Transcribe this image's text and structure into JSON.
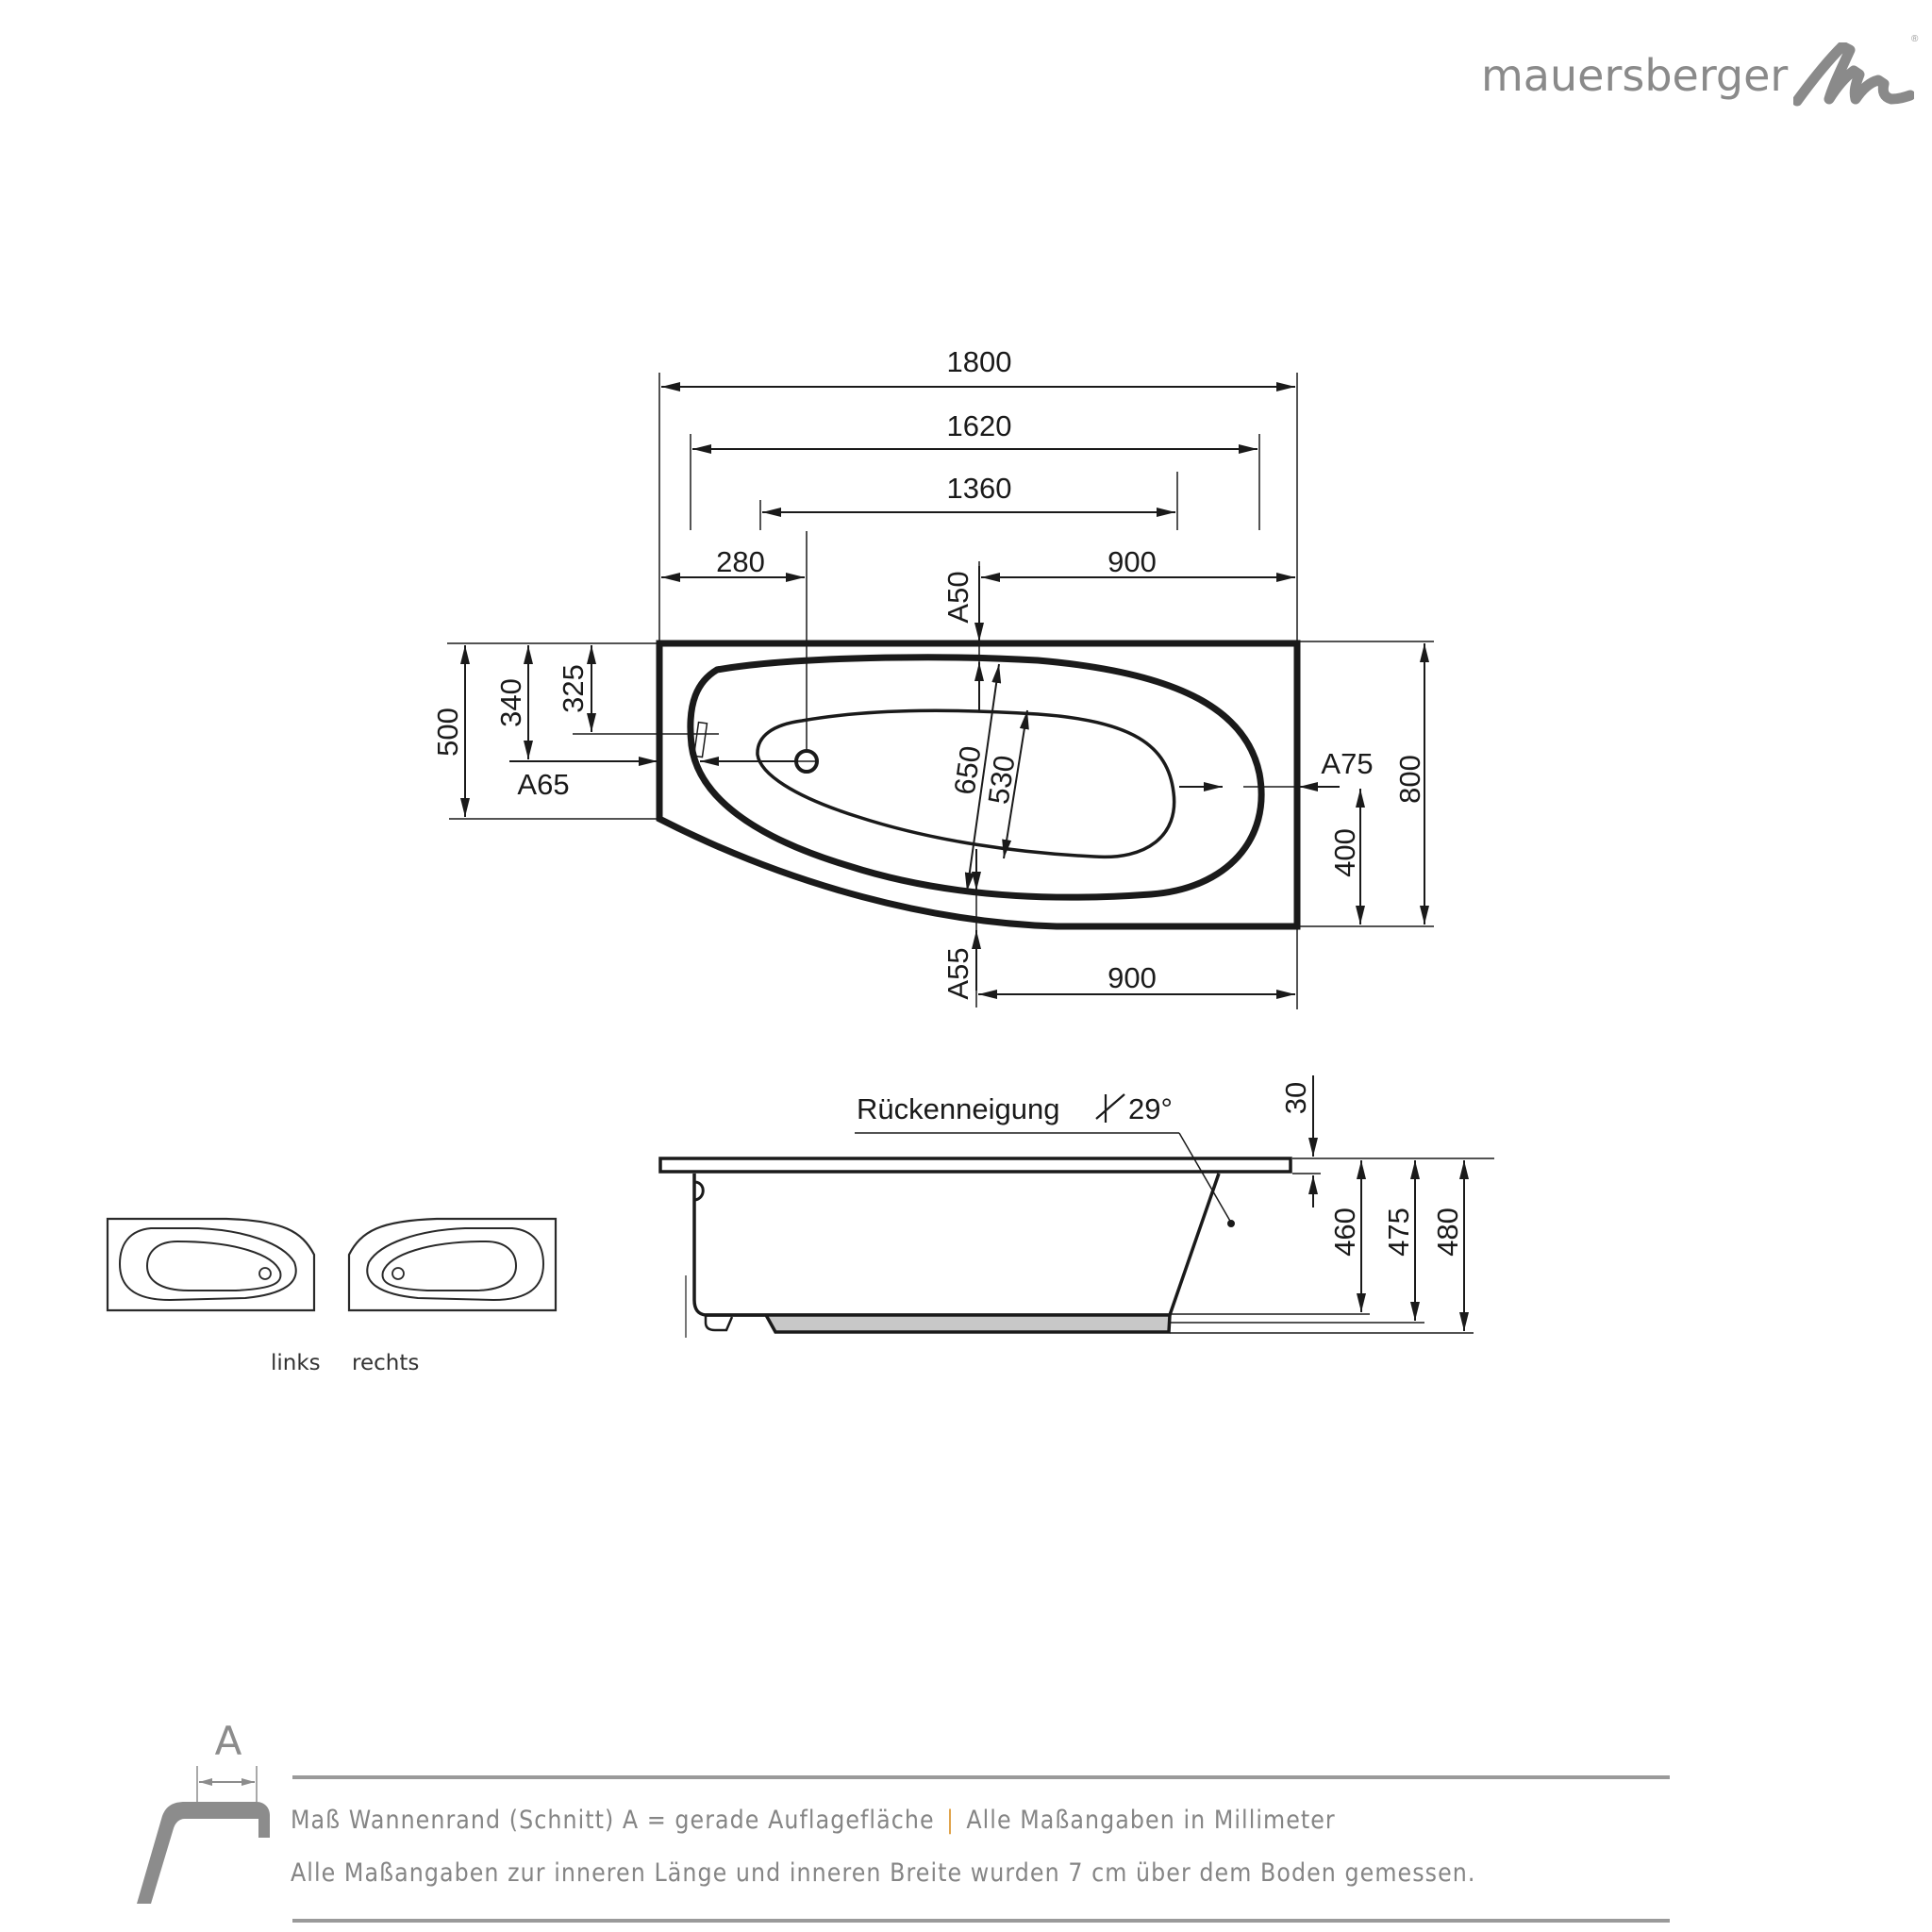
{
  "brand": {
    "name": "mauersberger",
    "registered_mark": "®",
    "color": "#8a8a8a"
  },
  "plan_view": {
    "dimensions": {
      "overall_length": "1800",
      "inner_length_rim": "1620",
      "inner_length_floor": "1360",
      "drain_offset_left": "280",
      "right_segment_top": "900",
      "right_segment_bottom": "900",
      "left_height": "500",
      "drain_from_top": "340",
      "overflow_from_top": "325",
      "overall_width": "800",
      "right_half_width": "400",
      "inner_width_rim": "650",
      "inner_width_floor": "530"
    },
    "rim_widths": {
      "top": "A50",
      "left": "A65",
      "right": "A75",
      "bottom": "A55"
    }
  },
  "side_view": {
    "backrest_label": "Rückenneigung",
    "backrest_angle": "29°",
    "dimensions": {
      "rim_thickness": "30",
      "depth_inner": "460",
      "depth_body": "475",
      "total_height": "480"
    }
  },
  "variants": [
    {
      "label": "links"
    },
    {
      "label": "rechts"
    }
  ],
  "footer": {
    "rim_symbol_label": "A",
    "line1_part1": "Maß Wannenrand (Schnitt) A = gerade Auflagefläche",
    "separator": "|",
    "line1_part2": "Alle Maßangaben in Millimeter",
    "line2": "Alle Maßangaben zur inneren Länge und inneren Breite wurden 7 cm über dem Boden gemessen.",
    "text_color": "#858585",
    "separator_color": "#e0a34a"
  }
}
